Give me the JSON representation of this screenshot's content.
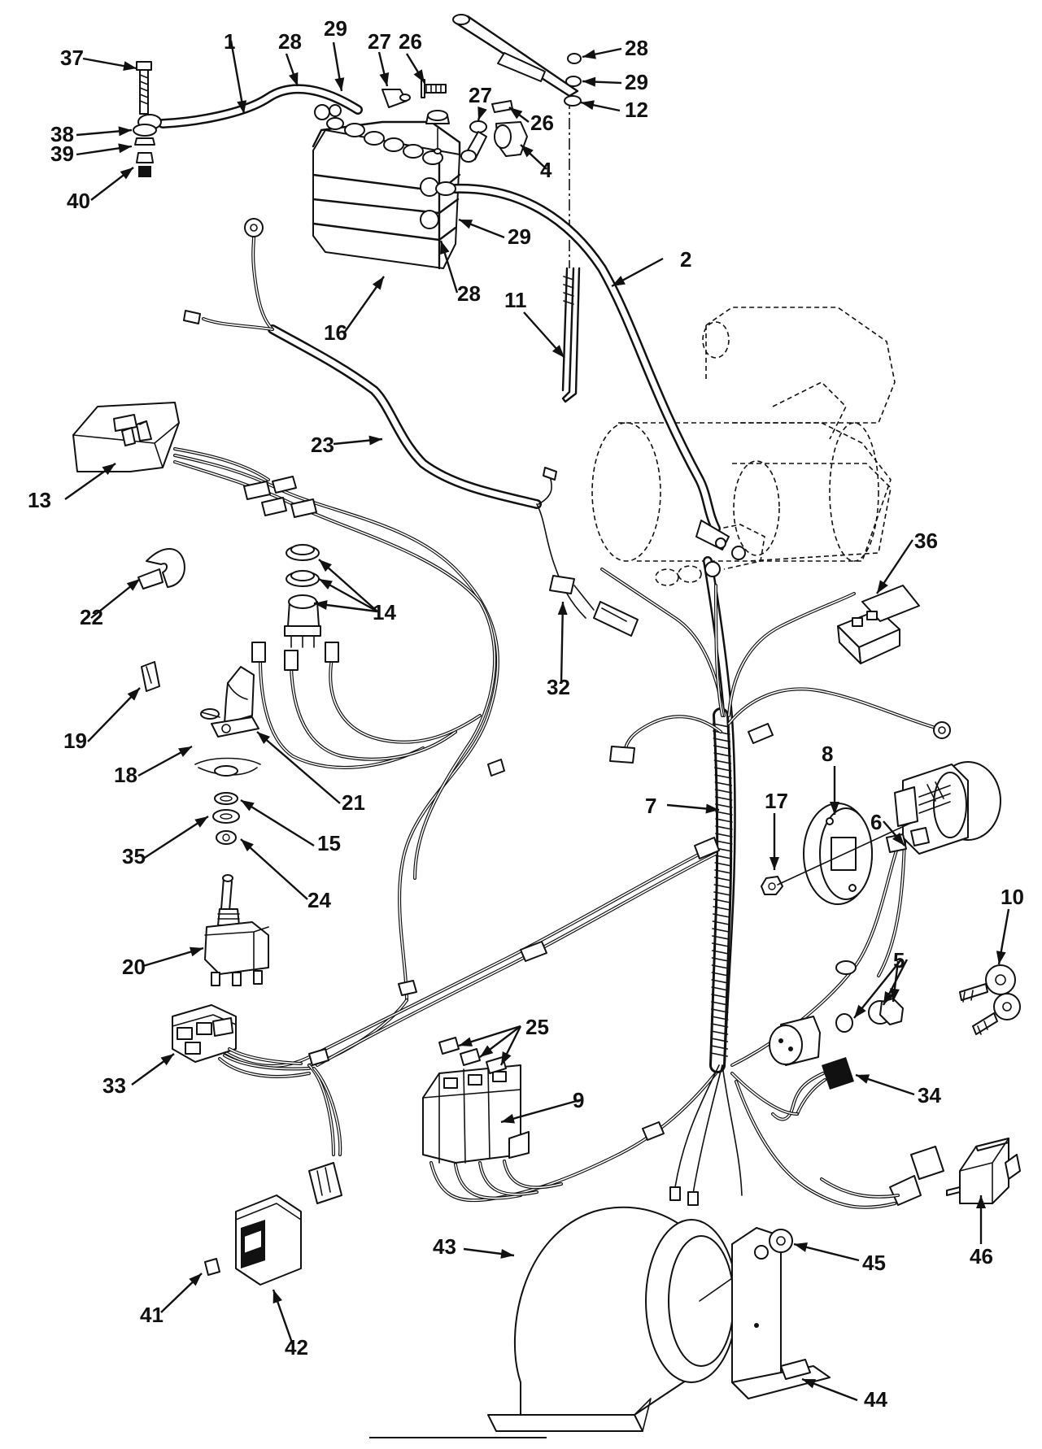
{
  "callouts": [
    {
      "id": "c1",
      "text": "1"
    },
    {
      "id": "c2",
      "text": "2"
    },
    {
      "id": "c4",
      "text": "4"
    },
    {
      "id": "c5",
      "text": "5"
    },
    {
      "id": "c6",
      "text": "6"
    },
    {
      "id": "c7",
      "text": "7"
    },
    {
      "id": "c8",
      "text": "8"
    },
    {
      "id": "c9",
      "text": "9"
    },
    {
      "id": "c10",
      "text": "10"
    },
    {
      "id": "c11",
      "text": "11"
    },
    {
      "id": "c12",
      "text": "12"
    },
    {
      "id": "c13",
      "text": "13"
    },
    {
      "id": "c14",
      "text": "14"
    },
    {
      "id": "c15",
      "text": "15"
    },
    {
      "id": "c16",
      "text": "16"
    },
    {
      "id": "c17",
      "text": "17"
    },
    {
      "id": "c18",
      "text": "18"
    },
    {
      "id": "c19",
      "text": "19"
    },
    {
      "id": "c20",
      "text": "20"
    },
    {
      "id": "c21",
      "text": "21"
    },
    {
      "id": "c22",
      "text": "22"
    },
    {
      "id": "c23",
      "text": "23"
    },
    {
      "id": "c24",
      "text": "24"
    },
    {
      "id": "c25",
      "text": "25"
    },
    {
      "id": "c26a",
      "text": "26"
    },
    {
      "id": "c26b",
      "text": "26"
    },
    {
      "id": "c27a",
      "text": "27"
    },
    {
      "id": "c27b",
      "text": "27"
    },
    {
      "id": "c28a",
      "text": "28"
    },
    {
      "id": "c28b",
      "text": "28"
    },
    {
      "id": "c28c",
      "text": "28"
    },
    {
      "id": "c29a",
      "text": "29"
    },
    {
      "id": "c29b",
      "text": "29"
    },
    {
      "id": "c29c",
      "text": "29"
    },
    {
      "id": "c32",
      "text": "32"
    },
    {
      "id": "c33",
      "text": "33"
    },
    {
      "id": "c34",
      "text": "34"
    },
    {
      "id": "c35",
      "text": "35"
    },
    {
      "id": "c36",
      "text": "36"
    },
    {
      "id": "c37",
      "text": "37"
    },
    {
      "id": "c38",
      "text": "38"
    },
    {
      "id": "c39",
      "text": "39"
    },
    {
      "id": "c40",
      "text": "40"
    },
    {
      "id": "c41",
      "text": "41"
    },
    {
      "id": "c42",
      "text": "42"
    },
    {
      "id": "c43",
      "text": "43"
    },
    {
      "id": "c44",
      "text": "44"
    },
    {
      "id": "c45",
      "text": "45"
    },
    {
      "id": "c46",
      "text": "46"
    }
  ],
  "colors": {
    "ink": "#111111",
    "paper": "#ffffff"
  }
}
